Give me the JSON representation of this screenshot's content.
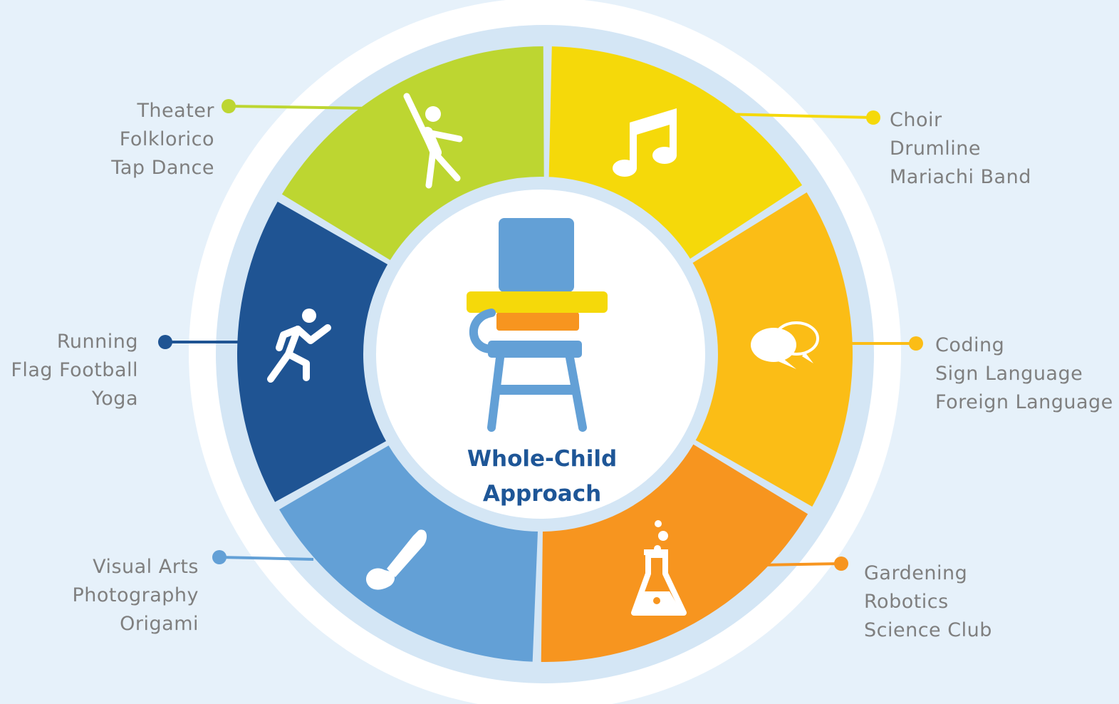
{
  "center": {
    "title_line1": "Whole-Child",
    "title_line2": "Approach",
    "icon": "school-desk-chair-icon"
  },
  "segments": [
    {
      "id": "music",
      "color": "#f5d90a",
      "icon": "music-note-icon",
      "items": [
        "Choir",
        "Drumline",
        "Mariachi Band"
      ]
    },
    {
      "id": "language",
      "color": "#fbbd16",
      "icon": "speech-bubbles-icon",
      "items": [
        "Coding",
        "Sign Language",
        "Foreign Language"
      ]
    },
    {
      "id": "science",
      "color": "#f7951f",
      "icon": "flask-icon",
      "items": [
        "Gardening",
        "Robotics",
        "Science Club"
      ]
    },
    {
      "id": "arts",
      "color": "#63a0d6",
      "icon": "paintbrush-icon",
      "items": [
        "Visual Arts",
        "Photography",
        "Origami"
      ]
    },
    {
      "id": "sports",
      "color": "#1f5493",
      "icon": "runner-icon",
      "items": [
        "Running",
        "Flag Football",
        "Yoga"
      ]
    },
    {
      "id": "performance",
      "color": "#bdd631",
      "icon": "dancer-icon",
      "items": [
        "Theater",
        "Folklorico",
        "Tap Dance"
      ]
    }
  ],
  "colors": {
    "background": "#e6f1fa",
    "outer_ring": "#ffffff",
    "inner_ring": "#d4e6f5",
    "text": "#7f7f7f",
    "title": "#1e5697"
  }
}
